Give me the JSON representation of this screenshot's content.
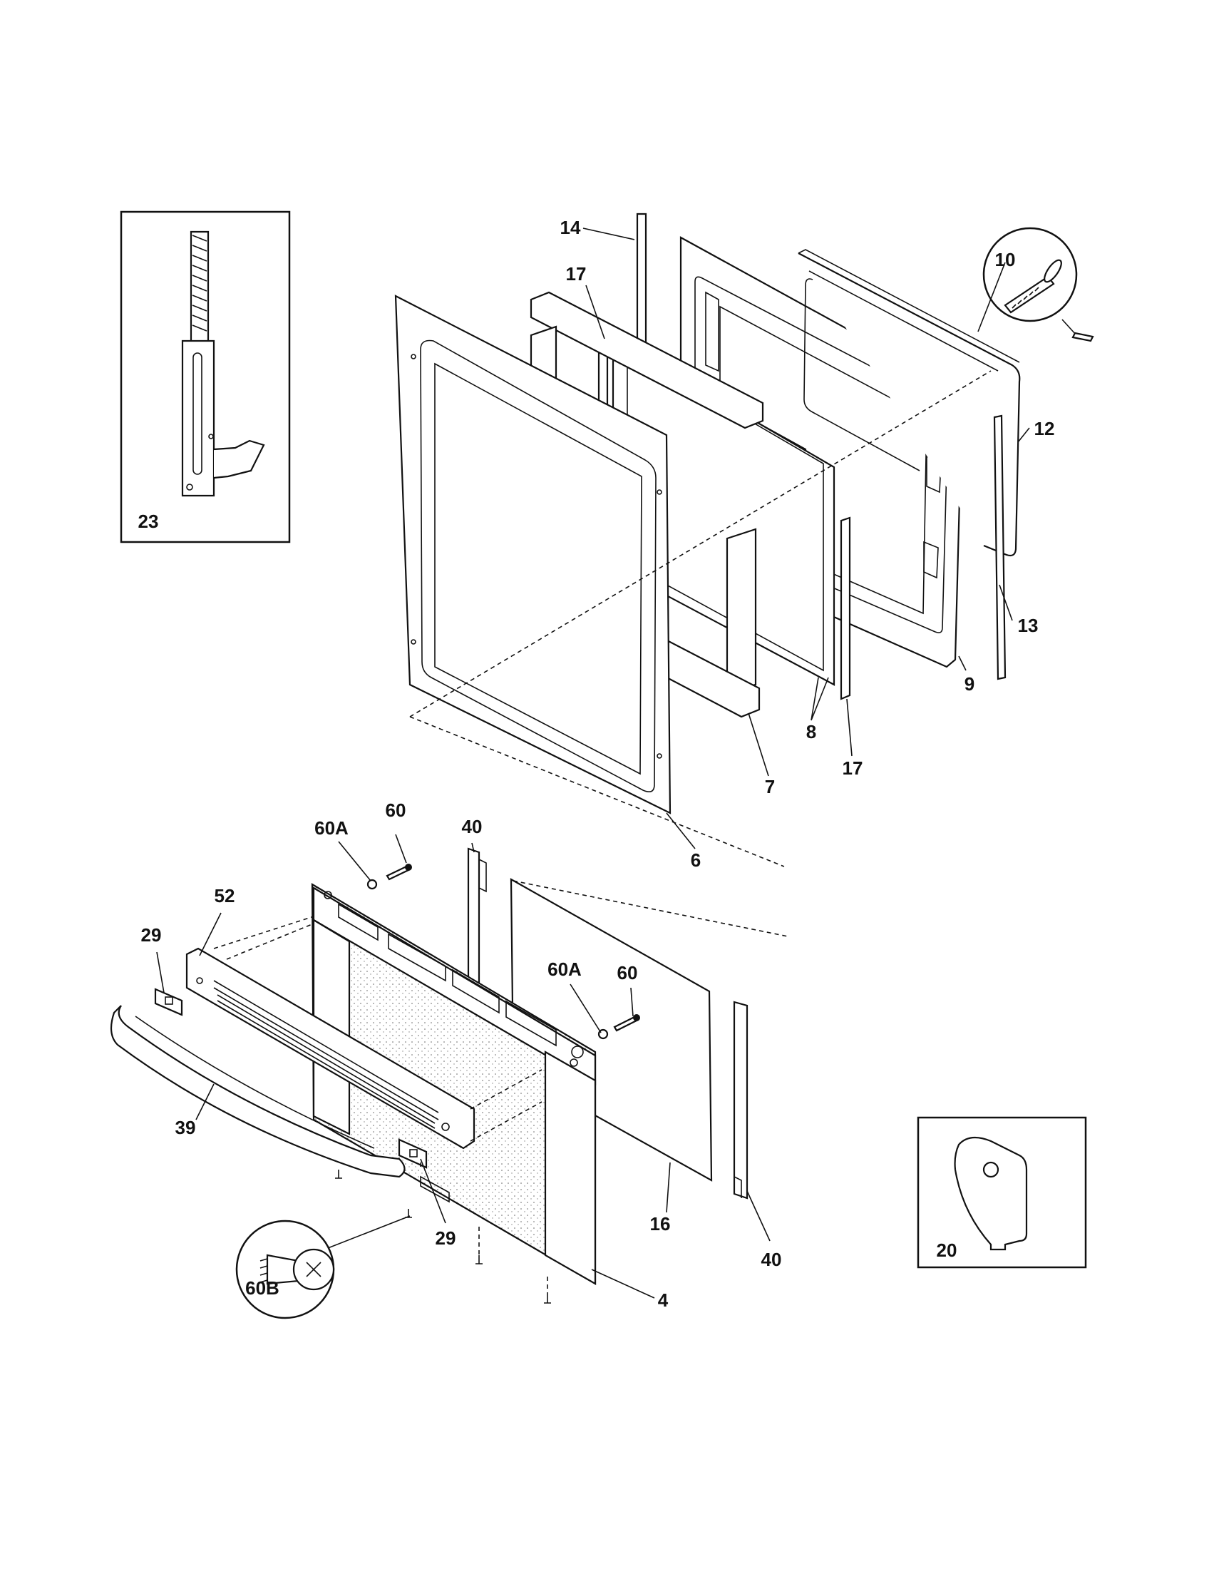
{
  "diagram": {
    "labels": {
      "p14": "14",
      "p17a": "17",
      "p10": "10",
      "p12": "12",
      "p13": "13",
      "p9": "9",
      "p8": "8",
      "p17b": "17",
      "p7": "7",
      "p6": "6",
      "p23": "23",
      "p40a": "40",
      "p60a": "60",
      "p60Aa": "60A",
      "p52": "52",
      "p29a": "29",
      "p60Ab": "60A",
      "p60b": "60",
      "p39": "39",
      "p29b": "29",
      "p16": "16",
      "p40b": "40",
      "p60B": "60B",
      "p4": "4",
      "p20": "20"
    }
  }
}
